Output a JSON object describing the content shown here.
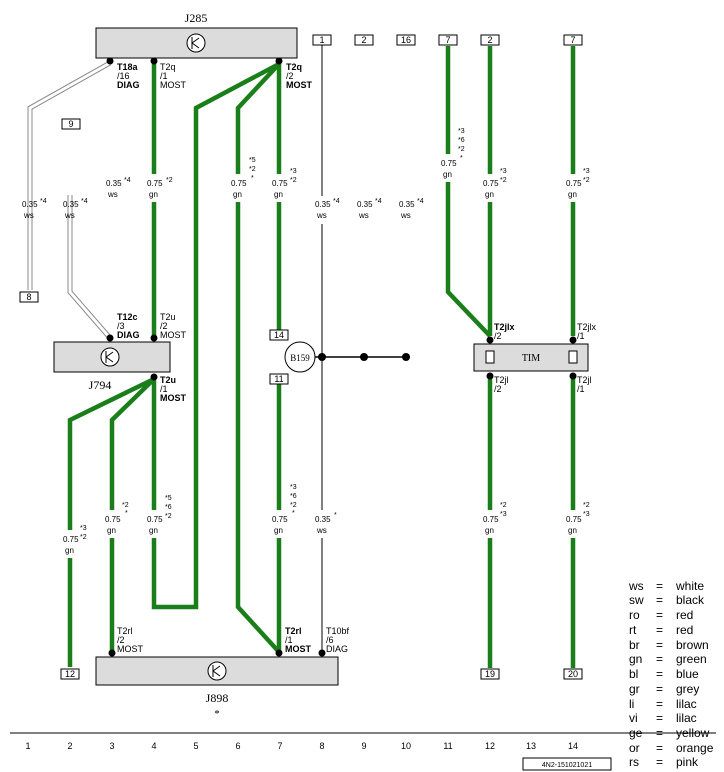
{
  "components": {
    "j285": "J285",
    "j794": "J794",
    "j898": "J898",
    "b159": "B159",
    "tim": "TIM"
  },
  "connectors": {
    "t18a": [
      "T18a",
      "/16",
      "DIAG"
    ],
    "t2q_1": [
      "T2q",
      "/1",
      "MOST"
    ],
    "t2q_2": [
      "T2q",
      "/2",
      "MOST"
    ],
    "t12c": [
      "T12c",
      "/3",
      "DIAG"
    ],
    "t2u_2": [
      "T2u",
      "/2",
      "MOST"
    ],
    "t2u_1": [
      "T2u",
      "/1",
      "MOST"
    ],
    "t2jlx_2": [
      "T2jlx",
      "/2"
    ],
    "t2jlx_1": [
      "T2jlx",
      "/1"
    ],
    "t2jl_2": [
      "T2jl",
      "/2"
    ],
    "t2jl_1": [
      "T2jl",
      "/1"
    ],
    "t2rl_2": [
      "T2rl",
      "/2",
      "MOST"
    ],
    "t2rl_1": [
      "T2rl",
      "/1",
      "MOST"
    ],
    "t10bf": [
      "T10bf",
      "/6",
      "DIAG"
    ]
  },
  "ref_boxes": {
    "top": [
      "1",
      "2",
      "16",
      "7",
      "2",
      "7"
    ],
    "left_9": "9",
    "left_8": "8",
    "b14": "14",
    "b11": "11",
    "bottom": [
      "12",
      "19",
      "20"
    ]
  },
  "wires": {
    "upper": [
      {
        "size": "0.35",
        "color": "ws",
        "notes": [
          "*4"
        ]
      },
      {
        "size": "0.35",
        "color": "ws",
        "notes": [
          "*4"
        ]
      },
      {
        "size": "0.35",
        "color": "ws",
        "notes": [
          "*4"
        ]
      },
      {
        "size": "0.75",
        "color": "gn",
        "notes": [
          "*2"
        ]
      },
      {
        "size": "0.75",
        "color": "gn",
        "notes": [
          "*5",
          "*2",
          "*"
        ]
      },
      {
        "size": "0.75",
        "color": "gn",
        "notes": [
          "*3",
          "*2"
        ]
      },
      {
        "size": "0.35",
        "color": "ws",
        "notes": [
          "*4"
        ]
      },
      {
        "size": "0.35",
        "color": "ws",
        "notes": [
          "*4"
        ]
      },
      {
        "size": "0.35",
        "color": "ws",
        "notes": [
          "*4"
        ]
      },
      {
        "size": "0.75",
        "color": "gn",
        "notes": [
          "*3",
          "*6",
          "*2",
          "*"
        ]
      },
      {
        "size": "0.75",
        "color": "gn",
        "notes": [
          "*3",
          "*2"
        ]
      },
      {
        "size": "0.75",
        "color": "gn",
        "notes": [
          "*3",
          "*2"
        ]
      }
    ],
    "lower": [
      {
        "size": "0.75",
        "color": "gn",
        "notes": [
          "*3",
          "*2"
        ]
      },
      {
        "size": "0.75",
        "color": "gn",
        "notes": [
          "*2",
          "*"
        ]
      },
      {
        "size": "0.75",
        "color": "gn",
        "notes": [
          "*5",
          "*6",
          "*2"
        ]
      },
      {
        "size": "0.75",
        "color": "gn",
        "notes": [
          "*3",
          "*6",
          "*2",
          "*"
        ]
      },
      {
        "size": "0.35",
        "color": "ws",
        "notes": [
          "*"
        ]
      },
      {
        "size": "0.75",
        "color": "gn",
        "notes": [
          "*2",
          "*3"
        ]
      },
      {
        "size": "0.75",
        "color": "gn",
        "notes": [
          "*2",
          "*3"
        ]
      }
    ]
  },
  "j898_note": "*",
  "columns": [
    "1",
    "2",
    "3",
    "4",
    "5",
    "6",
    "7",
    "8",
    "9",
    "10",
    "11",
    "12",
    "13",
    "14"
  ],
  "legend": [
    {
      "code": "ws",
      "eq": "=",
      "name": "white"
    },
    {
      "code": "sw",
      "eq": "=",
      "name": "black"
    },
    {
      "code": "ro",
      "eq": "=",
      "name": "red"
    },
    {
      "code": "rt",
      "eq": "=",
      "name": "red"
    },
    {
      "code": "br",
      "eq": "=",
      "name": "brown"
    },
    {
      "code": "gn",
      "eq": "=",
      "name": "green"
    },
    {
      "code": "bl",
      "eq": "=",
      "name": "blue"
    },
    {
      "code": "gr",
      "eq": "=",
      "name": "grey"
    },
    {
      "code": "li",
      "eq": "=",
      "name": "lilac"
    },
    {
      "code": "vi",
      "eq": "=",
      "name": "lilac"
    },
    {
      "code": "ge",
      "eq": "=",
      "name": "yellow"
    },
    {
      "code": "or",
      "eq": "=",
      "name": "orange"
    },
    {
      "code": "rs",
      "eq": "=",
      "name": "pink"
    }
  ],
  "diagram_id": "4N2-151021021",
  "colors": {
    "green_wire": "#1a7f1a",
    "component_fill": "#dcdcdc",
    "white_wire": "#ffffff"
  }
}
